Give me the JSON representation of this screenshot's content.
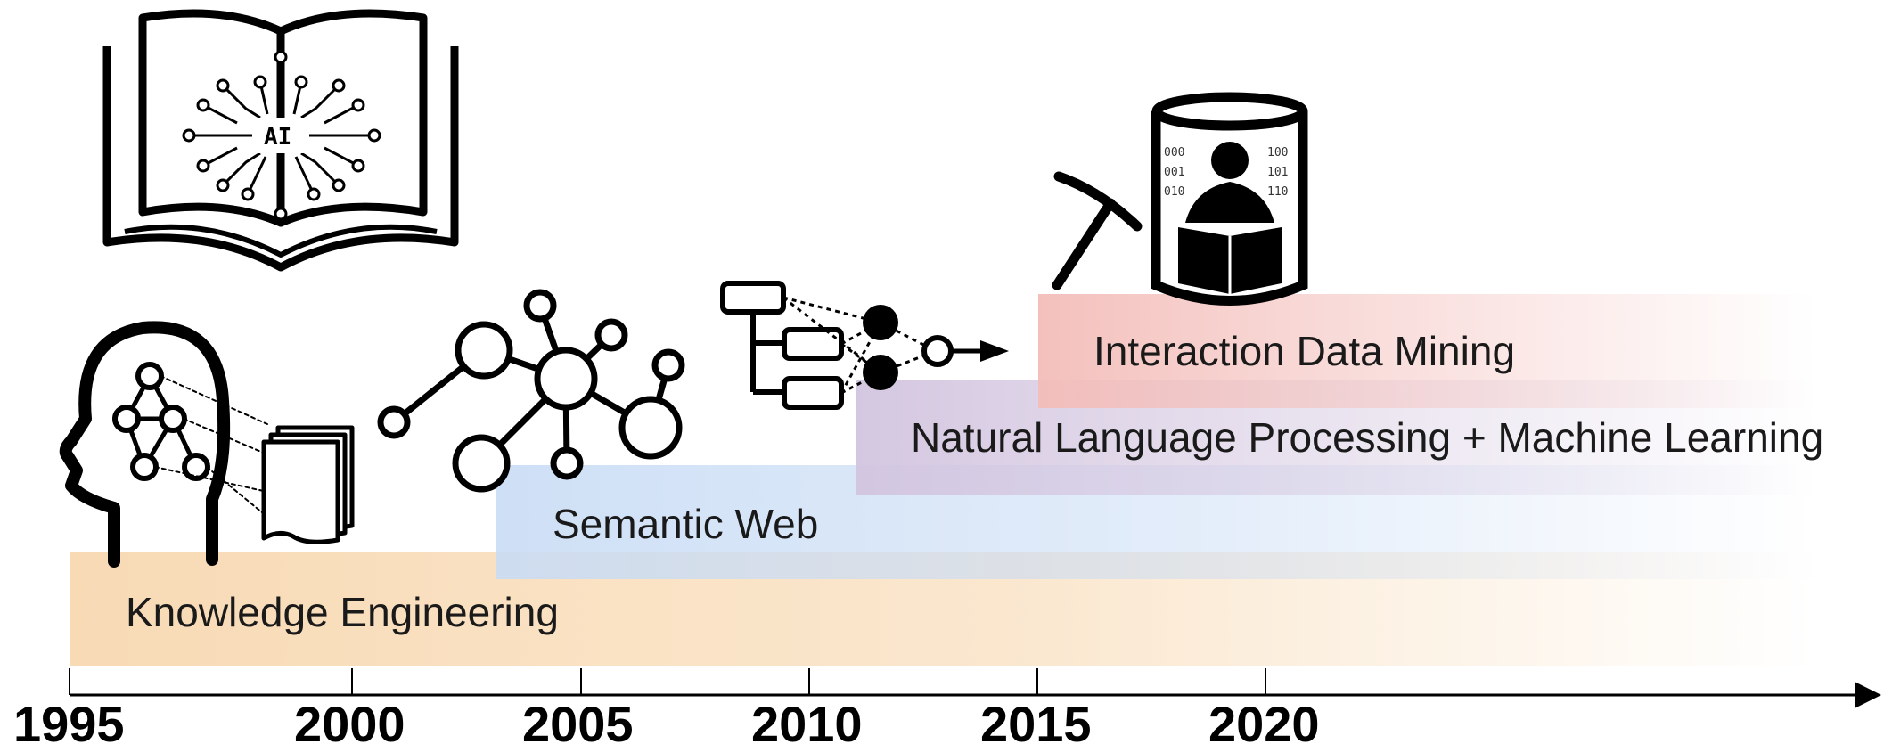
{
  "eras": [
    {
      "id": "knowledge-engineering",
      "label": "Knowledge Engineering",
      "start": 1995,
      "color": "#f7d4a8"
    },
    {
      "id": "semantic-web",
      "label": "Semantic Web",
      "start": 2003.1,
      "color": "#c9dcf5"
    },
    {
      "id": "nlp-ml",
      "label": "Natural Language Processing + Machine Learning",
      "start": 2011,
      "color": "#d9cde3"
    },
    {
      "id": "interaction-data-mining",
      "label": "Interaction Data Mining",
      "start": 2015,
      "color": "#f5c9c6"
    }
  ],
  "axis": {
    "ticks": [
      "1995",
      "2000",
      "2005",
      "2010",
      "2015",
      "2020"
    ]
  },
  "icons": {
    "book_text": "AI",
    "binary_left": [
      "000",
      "001",
      "010"
    ],
    "binary_right": [
      "100",
      "101",
      "110"
    ]
  }
}
